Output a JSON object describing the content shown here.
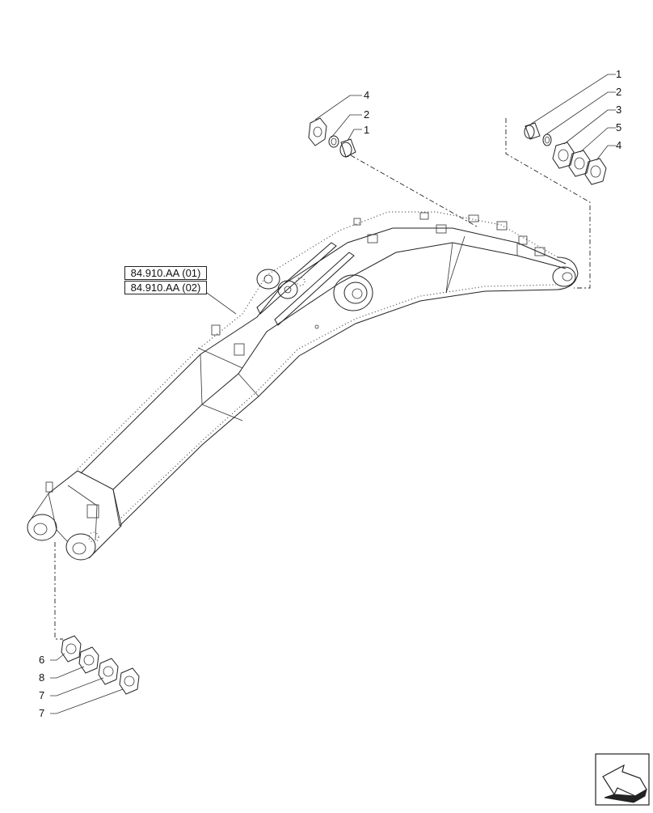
{
  "references": [
    {
      "code": "84.910.AA (01)"
    },
    {
      "code": "84.910.AA (02)"
    }
  ],
  "callouts": {
    "top_center": [
      "4",
      "2",
      "1"
    ],
    "top_right": [
      "1",
      "2",
      "3",
      "5",
      "4"
    ],
    "bottom_left": [
      "6",
      "8",
      "7",
      "7"
    ]
  },
  "icons": {
    "navigation": "arrow-return-icon"
  },
  "colors": {
    "line": "#222222",
    "background": "#ffffff"
  }
}
